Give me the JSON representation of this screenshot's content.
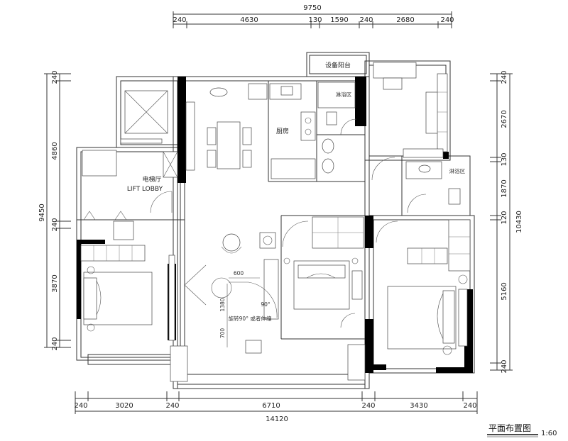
{
  "dimensions": {
    "top_total": "9750",
    "top_segments": [
      "240",
      "4630",
      "130",
      "1590",
      "240",
      "2680",
      "240"
    ],
    "bottom_total": "14120",
    "bottom_segments": [
      "240",
      "3020",
      "240",
      "6710",
      "240",
      "3430",
      "240"
    ],
    "left_total": "9450",
    "left_segments": [
      "240",
      "4860",
      "240",
      "3870",
      "240"
    ],
    "right_total": "10430",
    "right_segments": [
      "240",
      "2670",
      "130",
      "1870",
      "120",
      "5160",
      "240"
    ],
    "annotation_600": "600",
    "annotation_1380": "1380",
    "annotation_700": "700",
    "annotation_90": "90°"
  },
  "rooms": {
    "equipment_balcony": "设备阳台",
    "shower_1": "淋浴区",
    "shower_2": "淋浴区",
    "kitchen": "厨房",
    "elevator_hall": "电梯厅",
    "lift_lobby": "LIFT LOBBY",
    "rotate_note": "旋转90°  或者伸缩"
  },
  "title": {
    "text": "平面布置图",
    "scale": "1:60"
  }
}
